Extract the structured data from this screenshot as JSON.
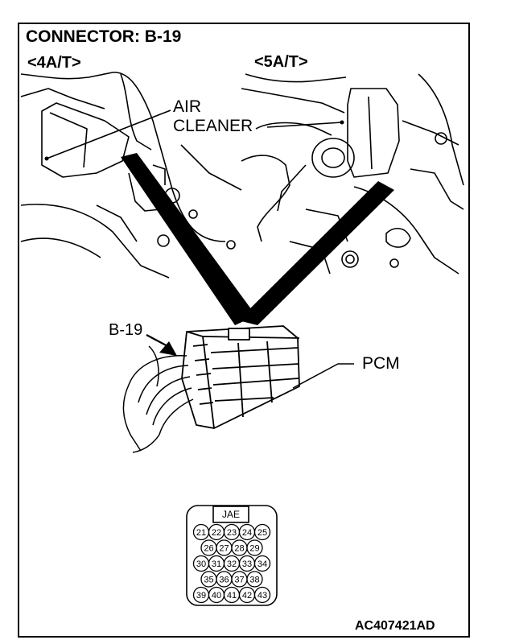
{
  "diagram": {
    "title": "CONNECTOR: B-19",
    "variant_left": "<4A/T>",
    "variant_right": "<5A/T>",
    "air_cleaner_line1": "AIR",
    "air_cleaner_line2": "CLEANER",
    "connector_callout": "B-19",
    "pcm_callout": "PCM",
    "figure_code": "AC407421AD"
  },
  "connector_face": {
    "maker": "JAE",
    "pin_rows": [
      [
        "21",
        "22",
        "23",
        "24",
        "25"
      ],
      [
        "26",
        "27",
        "28",
        "29"
      ],
      [
        "30",
        "31",
        "32",
        "33",
        "34"
      ],
      [
        "35",
        "36",
        "37",
        "38"
      ],
      [
        "39",
        "40",
        "41",
        "42",
        "43"
      ]
    ]
  },
  "colors": {
    "ink": "#000000",
    "paper": "#ffffff"
  }
}
